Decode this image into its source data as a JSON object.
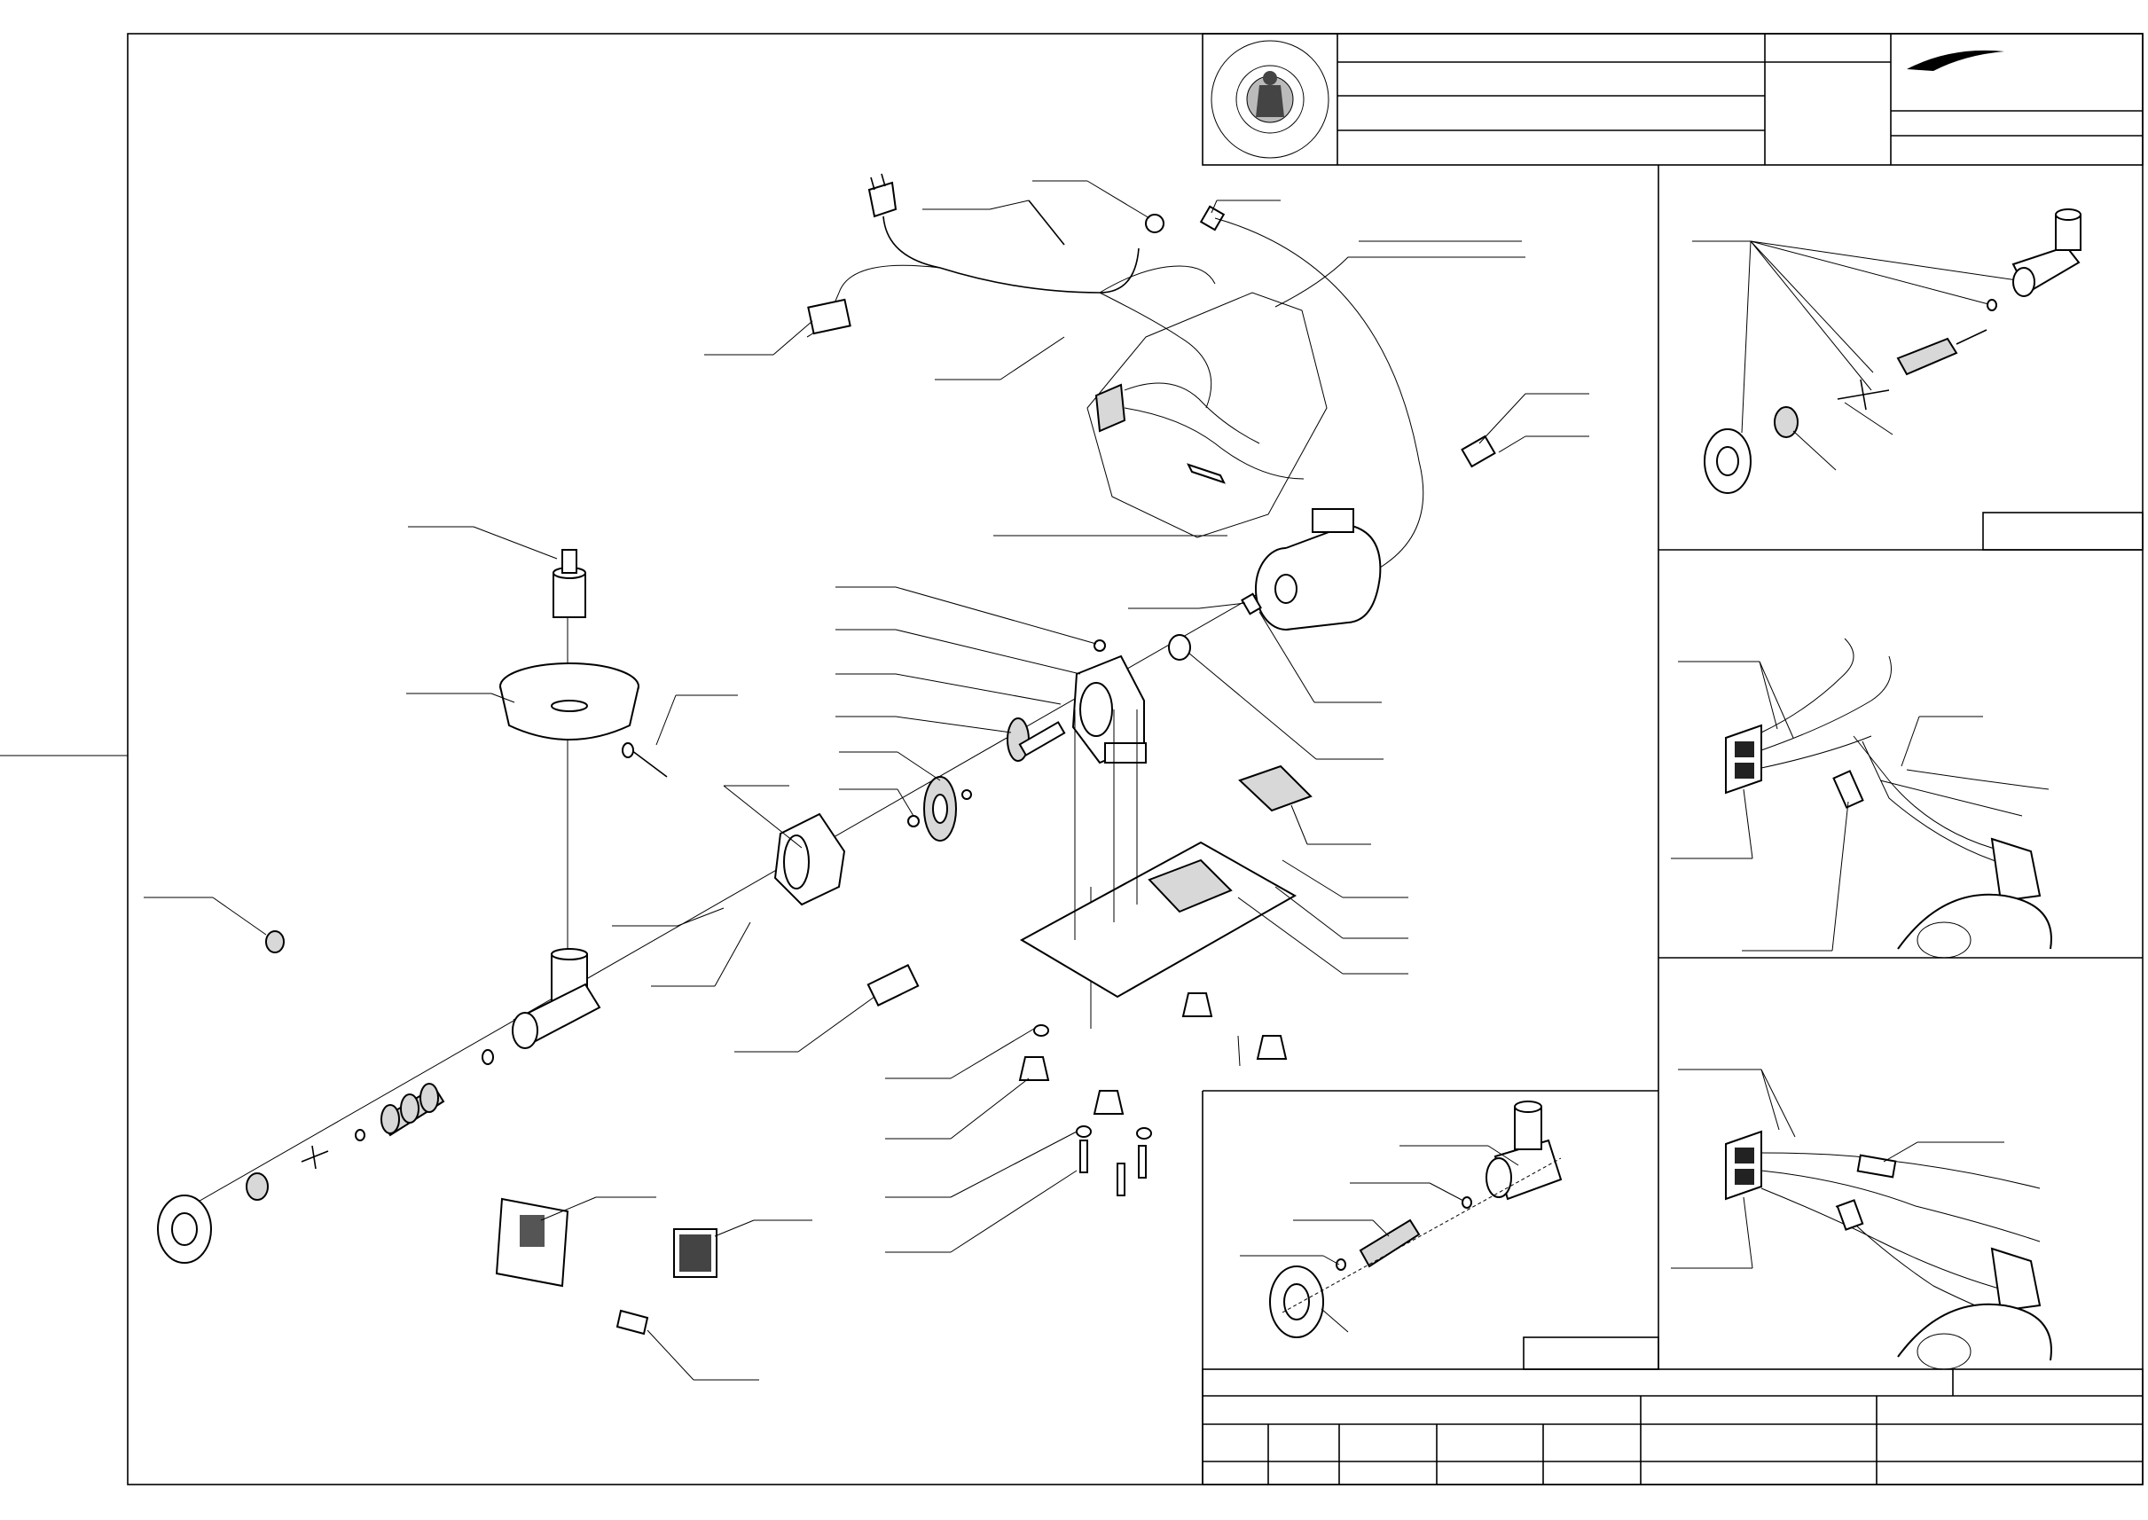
{
  "diagram": {
    "callouts": [
      {
        "id": "c1",
        "text": ""
      },
      {
        "id": "c2",
        "text": ""
      },
      {
        "id": "c3",
        "text": ""
      },
      {
        "id": "c4",
        "text": ""
      },
      {
        "id": "c5",
        "text": ""
      },
      {
        "id": "c6",
        "text": ""
      },
      {
        "id": "c7",
        "text": ""
      },
      {
        "id": "c8",
        "text": ""
      },
      {
        "id": "c9",
        "text": ""
      },
      {
        "id": "c10",
        "text": ""
      },
      {
        "id": "c11",
        "text": ""
      },
      {
        "id": "c12",
        "text": ""
      },
      {
        "id": "c13",
        "text": ""
      },
      {
        "id": "c14",
        "text": ""
      },
      {
        "id": "c15",
        "text": ""
      },
      {
        "id": "c16",
        "text": ""
      },
      {
        "id": "c17",
        "text": ""
      },
      {
        "id": "c18",
        "text": ""
      },
      {
        "id": "c19",
        "text": ""
      },
      {
        "id": "c20",
        "text": ""
      },
      {
        "id": "c21",
        "text": ""
      },
      {
        "id": "c22",
        "text": ""
      },
      {
        "id": "c23",
        "text": ""
      },
      {
        "id": "c24",
        "text": ""
      },
      {
        "id": "c25",
        "text": ""
      },
      {
        "id": "c26",
        "text": ""
      },
      {
        "id": "c27",
        "text": ""
      },
      {
        "id": "c28",
        "text": ""
      },
      {
        "id": "c29",
        "text": ""
      },
      {
        "id": "c30",
        "text": ""
      },
      {
        "id": "c31",
        "text": ""
      },
      {
        "id": "c32",
        "text": ""
      },
      {
        "id": "c33",
        "text": ""
      },
      {
        "id": "c34",
        "text": ""
      },
      {
        "id": "c35",
        "text": ""
      },
      {
        "id": "c36",
        "text": ""
      },
      {
        "id": "c37",
        "text": ""
      },
      {
        "id": "c38",
        "text": ""
      },
      {
        "id": "c39",
        "text": ""
      },
      {
        "id": "c40",
        "text": ""
      }
    ],
    "detail_label": "",
    "detail_letter": "",
    "panel_kit": {
      "ref": "",
      "callouts": [
        "",
        "",
        "",
        ""
      ]
    },
    "panel_220": {
      "title": "",
      "callouts": [
        "",
        "",
        "",
        ""
      ],
      "wire_numbers": [
        "",
        "",
        "",
        "",
        "",
        ""
      ]
    },
    "panel_110": {
      "title": "",
      "callouts": [
        "",
        "",
        ""
      ],
      "wire_numbers": [
        "",
        "",
        "",
        "",
        "",
        ""
      ]
    },
    "panel_assembly": {
      "ref": "",
      "callouts": [
        "",
        "",
        "",
        "",
        ""
      ]
    },
    "colors": {
      "line": "#000000",
      "label_grey": "#666666"
    },
    "icons": [
      "plug-icon",
      "seal-icon",
      "brand-logo-icon"
    ]
  },
  "title_block": {
    "denomination_header": "",
    "names": [
      "",
      "",
      ""
    ],
    "model_header": "",
    "model": "",
    "brand": "",
    "page": "",
    "date": "",
    "version_label": "",
    "version_value": "",
    "serial_label": "",
    "serial_value": "",
    "ra_label": "",
    "ra_value": "",
    "motor_specs_header": "",
    "motor_code_header": "",
    "author": "",
    "cols": [
      {
        "header": "",
        "value": ""
      },
      {
        "header": "",
        "value": ""
      },
      {
        "header": "",
        "value": ""
      },
      {
        "header": "",
        "value": ""
      },
      {
        "header": "",
        "value": ""
      },
      {
        "header": "",
        "value": ""
      },
      {
        "header": "",
        "value": ""
      }
    ]
  }
}
